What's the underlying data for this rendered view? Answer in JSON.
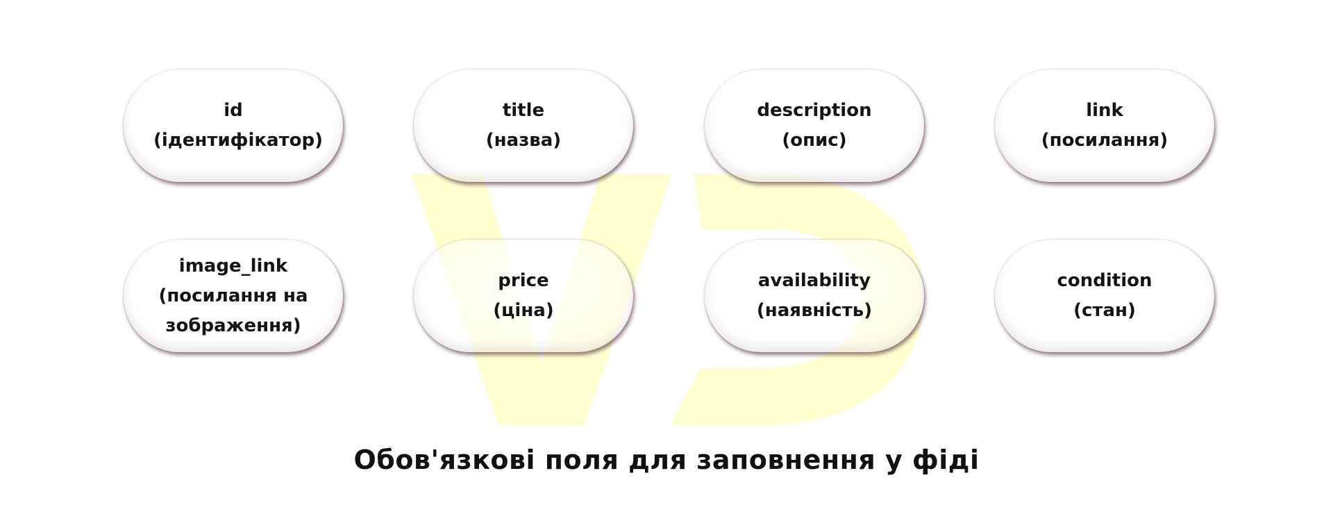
{
  "fields": [
    {
      "name": "id",
      "description": "(ідентифікатор)"
    },
    {
      "name": "title",
      "description": "(назва)"
    },
    {
      "name": "description",
      "description": "(опис)"
    },
    {
      "name": "link",
      "description": "(посилання)"
    },
    {
      "name": "image_link",
      "description": "(посилання на зображення)"
    },
    {
      "name": "price",
      "description": "(ціна)"
    },
    {
      "name": "availability",
      "description": "(наявність)"
    },
    {
      "name": "condition",
      "description": "(стан)"
    }
  ],
  "caption": "Обов'язкові поля для заповнення у фіді",
  "colors": {
    "watermark": "#ffffc8",
    "text": "#141414",
    "shadow": "#3c1428"
  },
  "watermark": {
    "icon": "vd-logo-watermark"
  }
}
